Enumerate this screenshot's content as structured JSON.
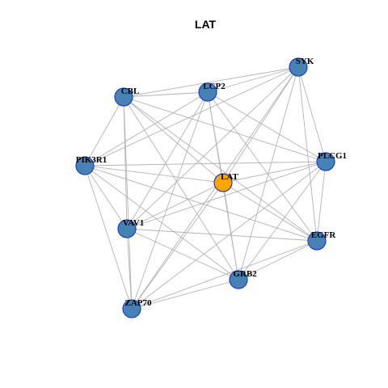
{
  "title": "LAT",
  "colors": {
    "hub_node": "#ffa500",
    "node": "#4682b4",
    "node_border": "#1f3fbf",
    "edge": "#b3b3b3"
  },
  "nodes": [
    {
      "id": "LAT",
      "label": "LAT",
      "hub": true
    },
    {
      "id": "SYK",
      "label": "SYK",
      "hub": false
    },
    {
      "id": "LCP2",
      "label": "LCP2",
      "hub": false
    },
    {
      "id": "CBL",
      "label": "CBL",
      "hub": false
    },
    {
      "id": "PIK3R1",
      "label": "PIK3R1",
      "hub": false
    },
    {
      "id": "PLCG1",
      "label": "PLCG1",
      "hub": false
    },
    {
      "id": "VAV1",
      "label": "VAV1",
      "hub": false
    },
    {
      "id": "EGFR",
      "label": "EGFR",
      "hub": false
    },
    {
      "id": "GRB2",
      "label": "GRB2",
      "hub": false
    },
    {
      "id": "ZAP70",
      "label": "ZAP70",
      "hub": false
    }
  ],
  "edges": [
    [
      "SYK",
      "LCP2"
    ],
    [
      "SYK",
      "CBL"
    ],
    [
      "SYK",
      "PIK3R1"
    ],
    [
      "SYK",
      "PLCG1"
    ],
    [
      "SYK",
      "LAT"
    ],
    [
      "SYK",
      "VAV1"
    ],
    [
      "SYK",
      "EGFR"
    ],
    [
      "SYK",
      "GRB2"
    ],
    [
      "SYK",
      "ZAP70"
    ],
    [
      "LCP2",
      "CBL"
    ],
    [
      "LCP2",
      "LAT"
    ],
    [
      "LCP2",
      "PLCG1"
    ],
    [
      "LCP2",
      "VAV1"
    ],
    [
      "LCP2",
      "EGFR"
    ],
    [
      "LCP2",
      "GRB2"
    ],
    [
      "LCP2",
      "ZAP70"
    ],
    [
      "LCP2",
      "PIK3R1"
    ],
    [
      "CBL",
      "PIK3R1"
    ],
    [
      "CBL",
      "VAV1"
    ],
    [
      "CBL",
      "ZAP70"
    ],
    [
      "CBL",
      "PLCG1"
    ],
    [
      "CBL",
      "EGFR"
    ],
    [
      "CBL",
      "GRB2"
    ],
    [
      "CBL",
      "LAT"
    ],
    [
      "PIK3R1",
      "PLCG1"
    ],
    [
      "PIK3R1",
      "VAV1"
    ],
    [
      "PIK3R1",
      "ZAP70"
    ],
    [
      "PIK3R1",
      "GRB2"
    ],
    [
      "PIK3R1",
      "EGFR"
    ],
    [
      "PIK3R1",
      "LAT"
    ],
    [
      "PLCG1",
      "LAT"
    ],
    [
      "PLCG1",
      "VAV1"
    ],
    [
      "PLCG1",
      "EGFR"
    ],
    [
      "PLCG1",
      "GRB2"
    ],
    [
      "PLCG1",
      "ZAP70"
    ],
    [
      "LAT",
      "VAV1"
    ],
    [
      "LAT",
      "GRB2"
    ],
    [
      "LAT",
      "EGFR"
    ],
    [
      "LAT",
      "ZAP70"
    ],
    [
      "VAV1",
      "EGFR"
    ],
    [
      "VAV1",
      "GRB2"
    ],
    [
      "VAV1",
      "ZAP70"
    ],
    [
      "EGFR",
      "GRB2"
    ],
    [
      "EGFR",
      "ZAP70"
    ],
    [
      "GRB2",
      "ZAP70"
    ]
  ]
}
